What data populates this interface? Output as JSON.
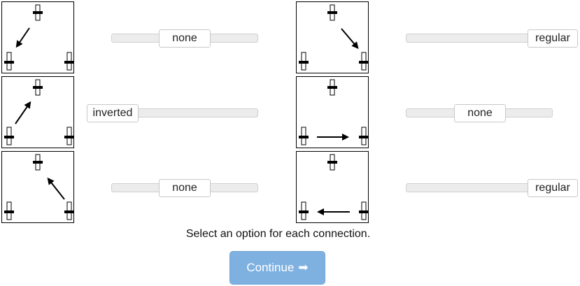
{
  "connections": [
    {
      "value": "none",
      "arrow": "top-to-left"
    },
    {
      "value": "inverted",
      "arrow": "left-to-top"
    },
    {
      "value": "none",
      "arrow": "right-to-top"
    },
    {
      "value": "regular",
      "arrow": "top-to-right"
    },
    {
      "value": "none",
      "arrow": "left-to-right"
    },
    {
      "value": "regular",
      "arrow": "right-to-left"
    }
  ],
  "instruction": "Select an option for each connection.",
  "continue_button": {
    "label": "Continue",
    "icon": "arrow-right-icon"
  },
  "colors": {
    "accent": "#7fb1e0",
    "track": "#ececec"
  }
}
